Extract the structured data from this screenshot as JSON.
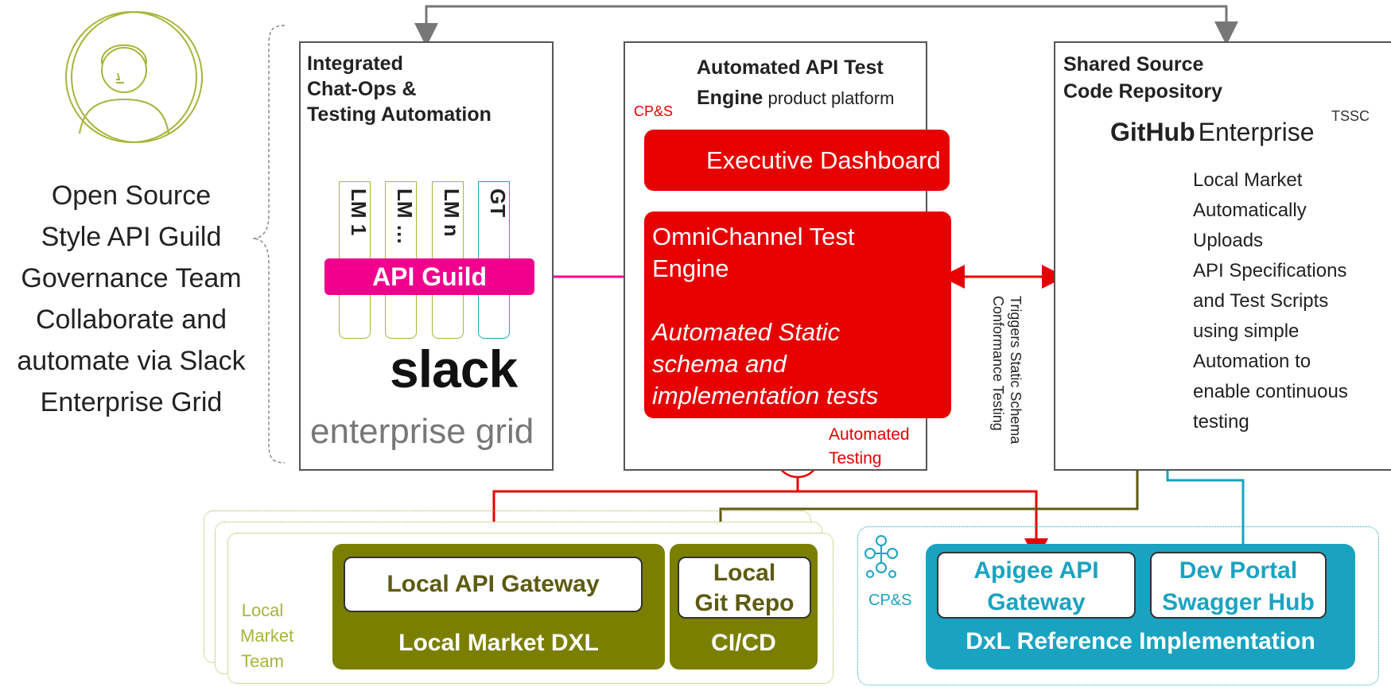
{
  "left": {
    "text_lines": [
      "Open Source",
      "Style API Guild",
      "Governance Team",
      "Collaborate and",
      "automate via Slack",
      "Enterprise Grid"
    ]
  },
  "panel1": {
    "title_lines": [
      "Integrated",
      "Chat-Ops &",
      "Testing Automation"
    ],
    "columns": [
      "LM 1",
      "LM …",
      "LM n",
      "GT"
    ],
    "guild_label": "API Guild",
    "slack_word": "slack",
    "grid_text": "enterprise grid"
  },
  "panel2": {
    "title_bold_line1": "Automated API Test",
    "title_bold_line2": "Engine",
    "title_rest": " product platform",
    "badge": "CP&S",
    "dashboard_label": "Executive Dashboard",
    "engine_line1": "OmniChannel Test",
    "engine_line2": "Engine",
    "engine_italic_lines": [
      "Automated Static",
      "schema and",
      "implementation tests"
    ],
    "testing_lines": [
      "Automated",
      "Testing"
    ]
  },
  "vertical_text_lines": [
    "Triggers Static Schema",
    "Conformance Testing"
  ],
  "panel3": {
    "title_lines": [
      "Shared Source",
      "Code Repository"
    ],
    "badge": "TSSC",
    "github_bold": "GitHub",
    "github_rest": "Enterprise",
    "desc_lines": [
      "Local Market",
      "Automatically",
      "Uploads",
      "API Specifications",
      "and Test Scripts",
      "using simple",
      "Automation to",
      "enable continuous",
      "testing"
    ]
  },
  "local": {
    "team_lines": [
      "Local",
      "Market",
      "Team"
    ],
    "gateway_label": "Local API Gateway",
    "dxl_label": "Local Market DXL",
    "repo_lines": [
      "Local",
      "Git Repo"
    ],
    "cicd_label": "CI/CD"
  },
  "dxl": {
    "badge": "CP&S",
    "apigee_lines": [
      "Apigee API",
      "Gateway"
    ],
    "devportal_lines": [
      "Dev Portal",
      "Swagger Hub"
    ],
    "ref_label": "DxL Reference Implementation"
  },
  "colors": {
    "red": "#e60000",
    "olive": "#7b7f00",
    "lime": "#a6b53a",
    "teal": "#1aa3c0",
    "magenta": "#f0008c",
    "dark_olive": "#5d5a12"
  }
}
